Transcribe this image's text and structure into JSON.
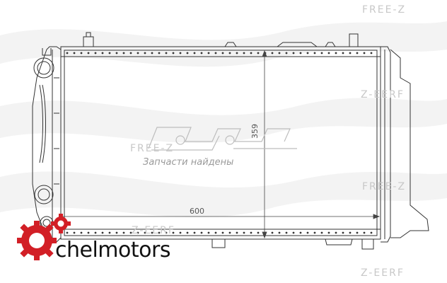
{
  "watermarks": {
    "top_right": "FREE-Z",
    "mid_right": "Z-EERF",
    "lower_right": "FREE-Z",
    "bottom_right": "Z-EERF",
    "bottom_center": "Z-EERF",
    "left_mid": "FREE-Z"
  },
  "logo": {
    "center_text": "Запчасти найдены",
    "brand_name": "chelmotors",
    "brand_color": "#d21f26"
  },
  "dimensions": {
    "width_label": "600",
    "height_label": "359"
  }
}
